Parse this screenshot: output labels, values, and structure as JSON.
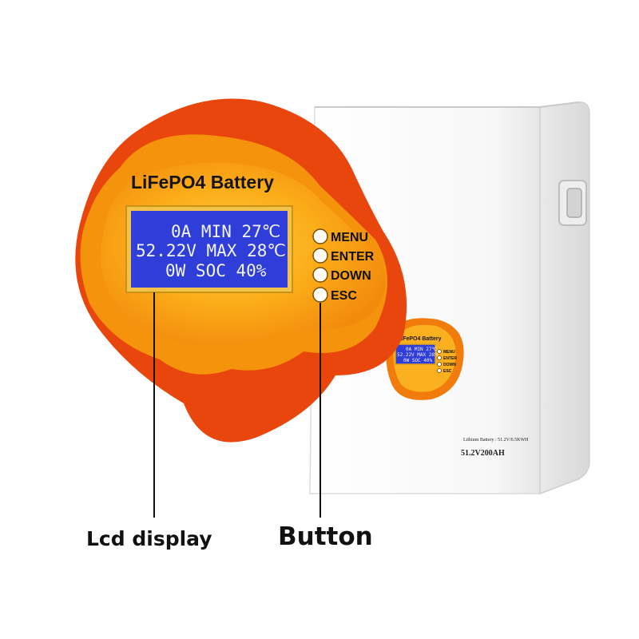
{
  "panel": {
    "brand": "LiFePO4 Battery",
    "lcd_lines": [
      "0A MIN 27℃",
      "52.22V MAX 28℃",
      "0W SOC  40%"
    ],
    "buttons": [
      "MENU",
      "ENTER",
      "DOWN",
      "ESC"
    ]
  },
  "cabinet": {
    "small_panel_brand": "LiFePO4 Battery",
    "small_caption": "Lithium Battery : 51.2V/6.5KWH",
    "model_label": "51.2V200AH"
  },
  "callouts": {
    "lcd_label": "Lcd display",
    "button_label": "Button"
  },
  "colors": {
    "lcd_blue": "#2f3ed8",
    "blob_red": "#e8460d",
    "blob_orange": "#f79a0e",
    "blob_yellow": "#ffbe2a",
    "cabinet_white": "#fbfbfb"
  }
}
